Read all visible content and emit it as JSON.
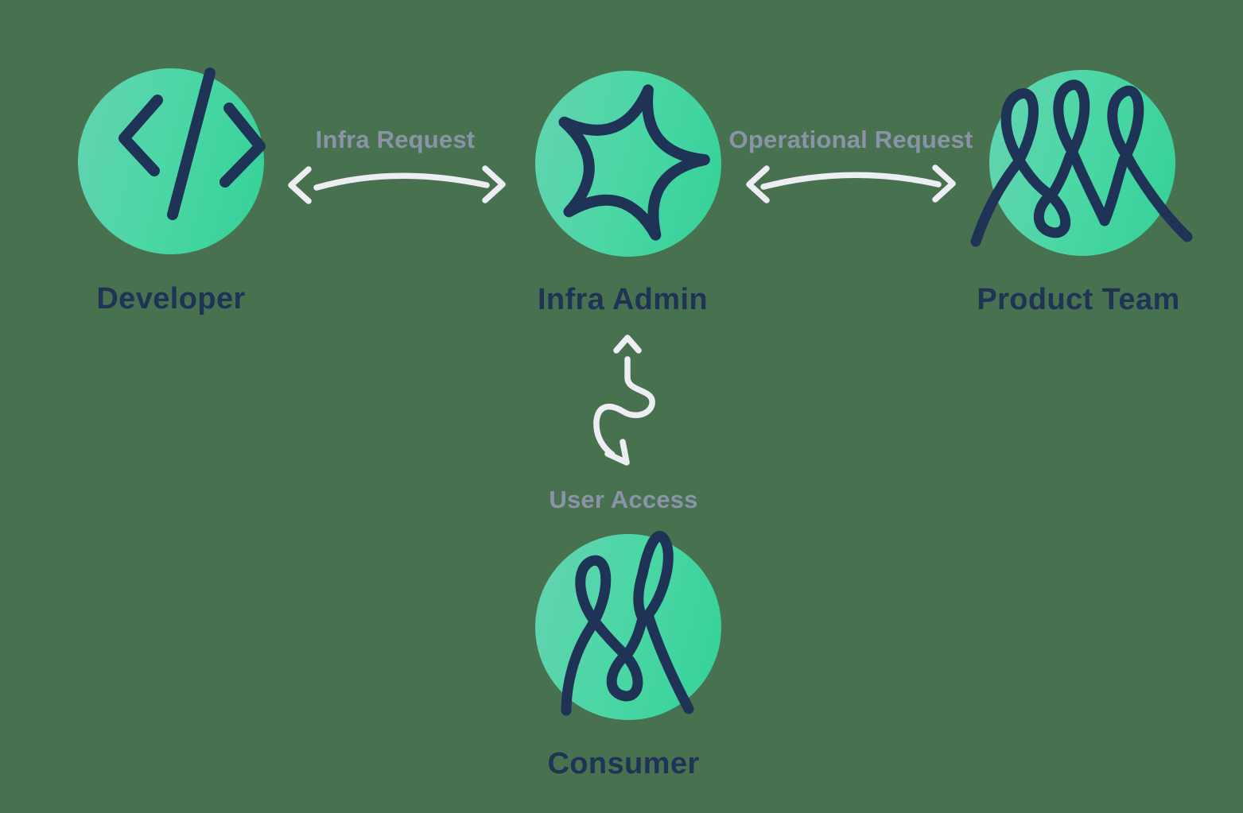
{
  "diagram": {
    "background_color": "#48714f",
    "palette": {
      "circle_gradient_light": "#64d3b2",
      "circle_gradient_dark": "#35d098",
      "icon_stroke": "#1e3355",
      "node_label_color": "#1e3355",
      "edge_label_color": "#8b94a6",
      "arrow_color": "#eceef3"
    },
    "nodes": [
      {
        "id": "developer",
        "label": "Developer",
        "icon": "code-icon"
      },
      {
        "id": "infra-admin",
        "label": "Infra Admin",
        "icon": "spark-star-icon"
      },
      {
        "id": "product-team",
        "label": "Product Team",
        "icon": "triple-loop-scribble-icon"
      },
      {
        "id": "consumer",
        "label": "Consumer",
        "icon": "double-loop-scribble-icon"
      }
    ],
    "edges": [
      {
        "id": "infra-request",
        "label": "Infra Request",
        "between": [
          "Developer",
          "Infra Admin"
        ],
        "direction": "bidirectional"
      },
      {
        "id": "operational-request",
        "label": "Operational Request",
        "between": [
          "Infra Admin",
          "Product Team"
        ],
        "direction": "bidirectional"
      },
      {
        "id": "user-access",
        "label": "User Access",
        "between": [
          "Infra Admin",
          "Consumer"
        ],
        "direction": "bidirectional"
      }
    ]
  }
}
